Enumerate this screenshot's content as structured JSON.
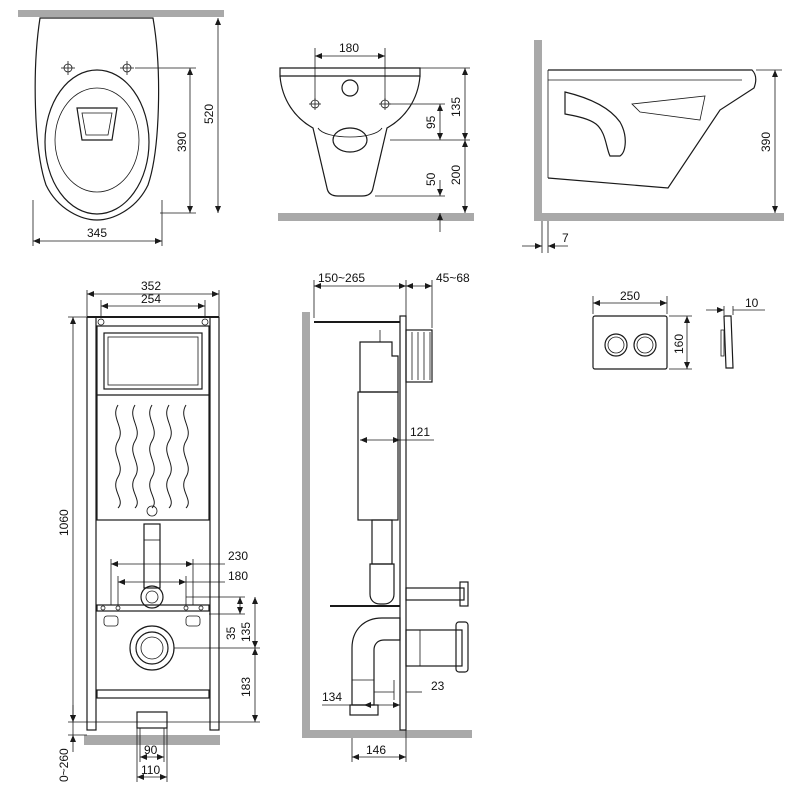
{
  "views": {
    "bowl_top": {
      "width": "345",
      "depth": "520",
      "hole_depth": "390"
    },
    "bowl_front": {
      "hole_spacing": "180",
      "upper_offset": "135",
      "hole_offset": "95",
      "lower_height": "200",
      "bottom_offset": "50"
    },
    "bowl_side": {
      "height": "390",
      "wall_gap": "7"
    },
    "frame_front": {
      "outer_width": "352",
      "inner_width": "254",
      "height": "1060",
      "leg_adjust": "0~260",
      "stud_spacing_outer": "230",
      "stud_spacing_inner": "180",
      "stud_height": "35",
      "stud_offset": "135",
      "outlet_height": "183",
      "foot_inner": "90",
      "foot_outer": "110"
    },
    "frame_side": {
      "wall_distance": "150~265",
      "plate_depth": "45~68",
      "cistern_depth": "121",
      "outlet_offset": "134",
      "outlet_gap": "23",
      "foot_depth": "146"
    },
    "flush_plate": {
      "width": "250",
      "height": "160",
      "thickness": "10"
    }
  }
}
